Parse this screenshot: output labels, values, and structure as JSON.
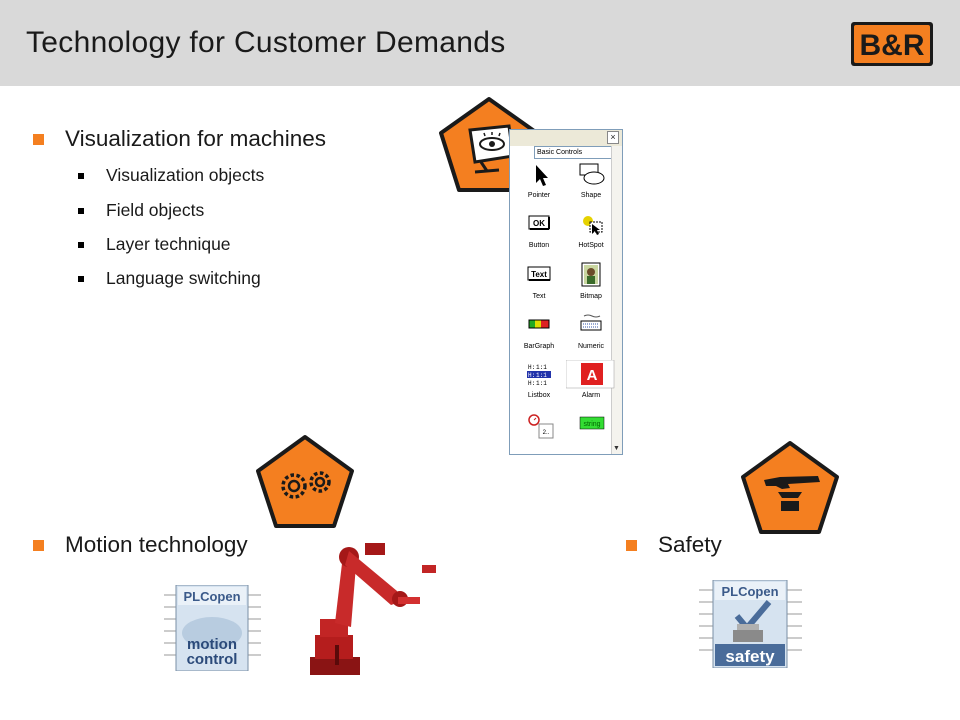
{
  "slide": {
    "title": "Technology for Customer Demands",
    "logo_text": "B&R",
    "accent_color": "#f47f20"
  },
  "visualization": {
    "heading": "Visualization for machines",
    "items": [
      "Visualization objects",
      "Field objects",
      "Layer technique",
      "Language switching"
    ],
    "icon": "monitor-eye-icon"
  },
  "toolbox": {
    "dropdown": "Basic Controls",
    "close_glyph": "×",
    "tools": [
      {
        "label": "Pointer",
        "icon": "pointer-icon"
      },
      {
        "label": "Shape",
        "icon": "shape-icon"
      },
      {
        "label": "Button",
        "icon": "button-icon",
        "glyph": "OK"
      },
      {
        "label": "HotSpot",
        "icon": "hotspot-icon"
      },
      {
        "label": "Text",
        "icon": "text-icon",
        "glyph": "Text"
      },
      {
        "label": "Bitmap",
        "icon": "bitmap-icon"
      },
      {
        "label": "BarGraph",
        "icon": "bargraph-icon"
      },
      {
        "label": "Numeric",
        "icon": "numeric-icon"
      },
      {
        "label": "Listbox",
        "icon": "listbox-icon"
      },
      {
        "label": "Alarm",
        "icon": "alarm-icon",
        "glyph": "A"
      },
      {
        "label": "",
        "icon": "datetime-icon",
        "glyph": "2.."
      },
      {
        "label": "",
        "icon": "string-icon",
        "glyph": "string"
      }
    ]
  },
  "motion": {
    "heading": "Motion technology",
    "icon": "gears-icon",
    "badge": {
      "line1": "PLCopen",
      "line2": "motion",
      "line3": "control"
    },
    "image": "robot-arm-image"
  },
  "safety": {
    "heading": "Safety",
    "icon": "hand-press-icon",
    "badge": {
      "line1": "PLCopen",
      "line2": "safety"
    }
  }
}
